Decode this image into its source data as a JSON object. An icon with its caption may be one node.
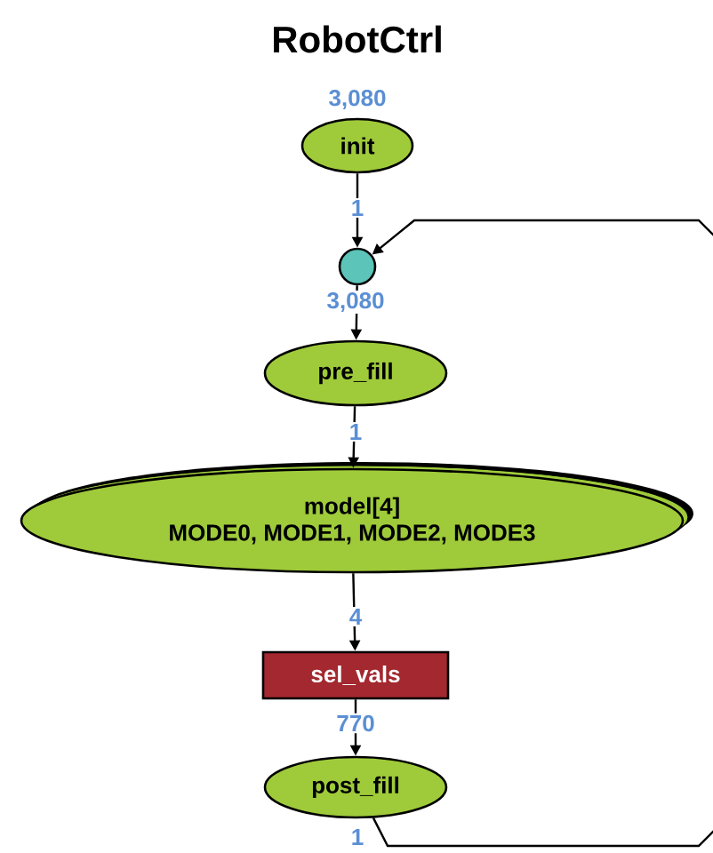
{
  "diagram": {
    "title": "RobotCtrl",
    "nodes": [
      {
        "text": [
          "init"
        ],
        "beside": [
          "3,080"
        ]
      },
      {
        "text": [],
        "shape": "circle"
      },
      {
        "text": [
          "pre_fill"
        ]
      },
      {
        "text": [
          "model[4]",
          "MODE0, MODE1, MODE2, MODE3"
        ]
      },
      {
        "text": [
          "sel_vals"
        ]
      },
      {
        "text": [
          "post_fill"
        ]
      }
    ],
    "edges": [
      {
        "from": 0,
        "to": 1,
        "arrow": "to",
        "label": "1"
      },
      {
        "from": 1,
        "to": 2,
        "arrow": "to",
        "label": "3,080"
      },
      {
        "from": 2,
        "to": 3,
        "arrow": "to",
        "label": "1"
      },
      {
        "from": 3,
        "to": 4,
        "arrow": "to",
        "label": "4"
      },
      {
        "from": 4,
        "to": 5,
        "arrow": "to",
        "label": "770"
      },
      {
        "from": 5,
        "to": 1,
        "arrow": "to",
        "label": "1"
      }
    ]
  }
}
